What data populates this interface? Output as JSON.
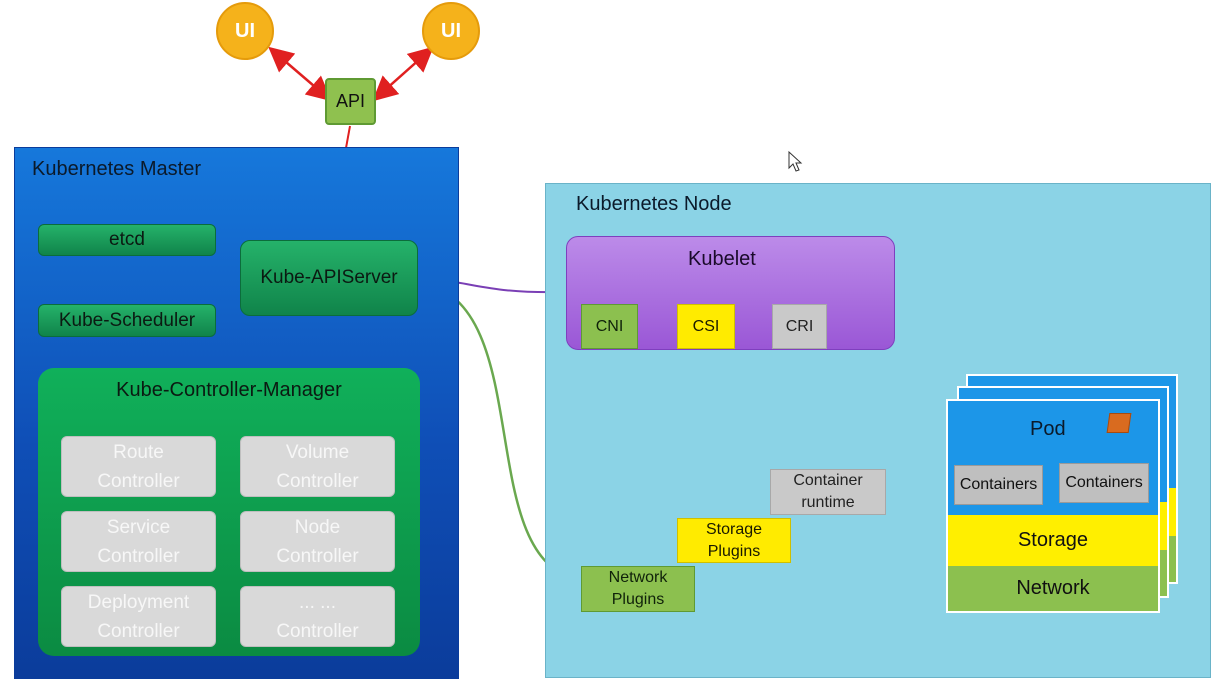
{
  "top": {
    "ui_left": "UI",
    "ui_right": "UI",
    "api": "API"
  },
  "master": {
    "title": "Kubernetes Master",
    "etcd": "etcd",
    "scheduler": "Kube-Scheduler",
    "apiserver": "Kube-APIServer",
    "controller_manager": {
      "title": "Kube-Controller-Manager",
      "controllers": [
        {
          "line1": "Route",
          "line2": "Controller"
        },
        {
          "line1": "Volume",
          "line2": "Controller"
        },
        {
          "line1": "Service",
          "line2": "Controller"
        },
        {
          "line1": "Node",
          "line2": "Controller"
        },
        {
          "line1": "Deployment",
          "line2": "Controller"
        },
        {
          "line1": "... ...",
          "line2": "Controller"
        }
      ]
    }
  },
  "node": {
    "title": "Kubernetes Node",
    "kubelet": "Kubelet",
    "cni": "CNI",
    "csi": "CSI",
    "cri": "CRI",
    "container_runtime": {
      "line1": "Container",
      "line2": "runtime"
    },
    "storage_plugins": {
      "line1": "Storage",
      "line2": "Plugins"
    },
    "network_plugins": {
      "line1": "Network",
      "line2": "Plugins"
    },
    "pod": {
      "title": "Pod",
      "containers": [
        "Containers",
        "Containers"
      ],
      "storage": "Storage",
      "network": "Network"
    }
  },
  "colors": {
    "master_blue": "#1565d0",
    "node_cyan": "#8bd3e6",
    "kubelet_purple": "#a86be0",
    "arrow_red": "#e02020",
    "arrow_purple": "#7a3fb5",
    "arrow_green": "#6aa84f",
    "arrow_yellow": "#f4ea2a",
    "arrow_grey": "#b8b8b8"
  }
}
